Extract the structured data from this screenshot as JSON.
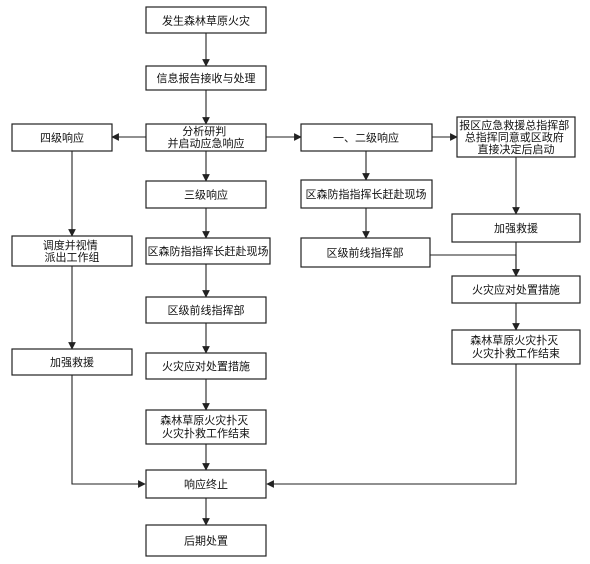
{
  "nodes": {
    "fire_occurs": [
      "发生森林草原火灾"
    ],
    "info_report": [
      "信息报告接收与处理"
    ],
    "analysis": [
      "分析研判",
      "并启动应急响应"
    ],
    "level4": [
      "四级响应"
    ],
    "level12": [
      "一、二级响应"
    ],
    "district_command": [
      "报区应急救援总指挥部",
      "总指挥同意或区政府",
      "直接决定后启动"
    ],
    "level3": [
      "三级响应"
    ],
    "left_dispatch": [
      "调度并视情",
      "派出工作组"
    ],
    "left_rescue": [
      "加强救援"
    ],
    "mid_commander": [
      "区森防指指挥长赶赴现场"
    ],
    "mid_front": [
      "区级前线指挥部"
    ],
    "mid_measures": [
      "火灾应对处置措施"
    ],
    "mid_end": [
      "森林草原火灾扑灭",
      "火灾扑救工作结束"
    ],
    "r1_commander": [
      "区森防指指挥长赶赴现场"
    ],
    "r1_front": [
      "区级前线指挥部"
    ],
    "r2_rescue": [
      "加强救援"
    ],
    "r2_measures": [
      "火灾应对处置措施"
    ],
    "r2_end": [
      "森林草原火灾扑灭",
      "火灾扑救工作结束"
    ],
    "response_end": [
      "响应终止"
    ],
    "aftermath": [
      "后期处置"
    ]
  }
}
